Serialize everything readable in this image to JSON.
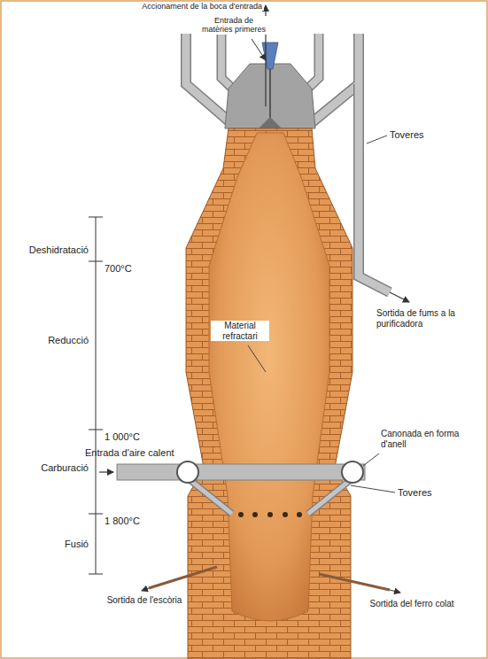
{
  "diagram": {
    "labels": [
      "Accionament de la boca d'entrada",
      "Entrada de matèries primeres",
      "Toveres",
      "Deshidratació",
      "700°C",
      "Reducció",
      "Material refractari",
      "Sortida de fums a la purificadora",
      "1 000°C",
      "Entrada d'aire calent",
      "Carburació",
      "Canonada en forma d'anell",
      "Toveres",
      "1 800°C",
      "Fusió",
      "Sortida de l'escòria",
      "Sortida del ferro colat"
    ]
  }
}
